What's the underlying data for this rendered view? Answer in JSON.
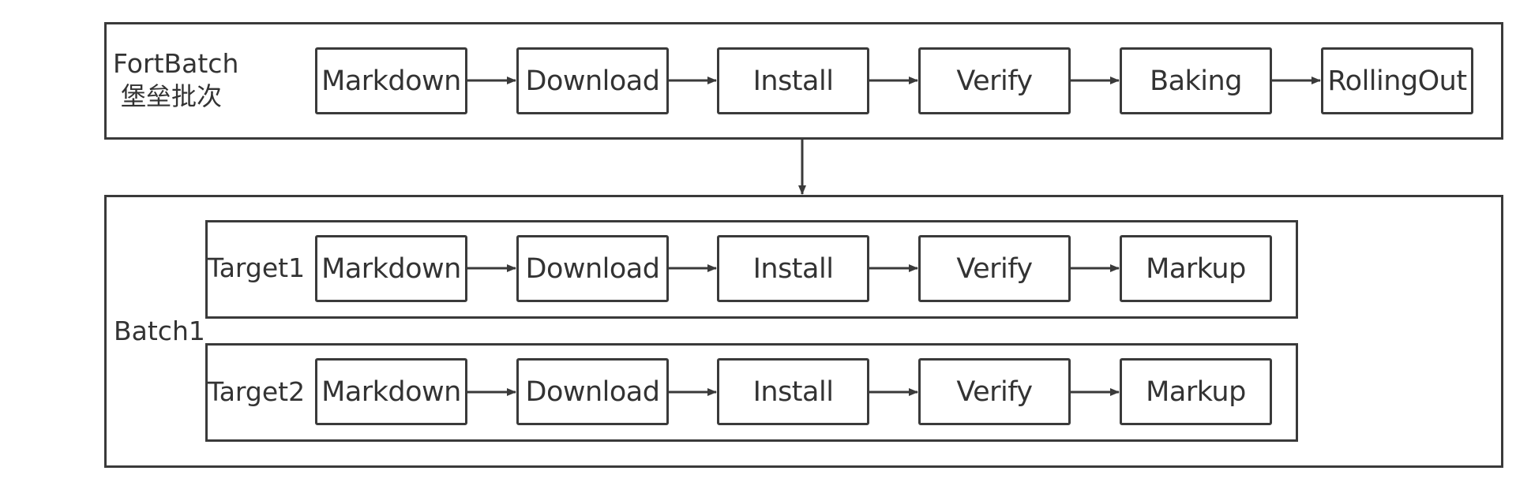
{
  "fort_batch": {
    "title": "FortBatch",
    "subtitle": "堡垒批次",
    "steps": [
      "Markdown",
      "Download",
      "Install",
      "Verify",
      "Baking",
      "RollingOut"
    ]
  },
  "batch": {
    "label": "Batch1",
    "targets": [
      {
        "label": "Target1",
        "steps": [
          "Markdown",
          "Download",
          "Install",
          "Verify",
          "Markup"
        ]
      },
      {
        "label": "Target2",
        "steps": [
          "Markdown",
          "Download",
          "Install",
          "Verify",
          "Markup"
        ]
      }
    ]
  },
  "colors": {
    "stroke": "#3a3a3a",
    "text": "#333333",
    "background": "#ffffff"
  }
}
